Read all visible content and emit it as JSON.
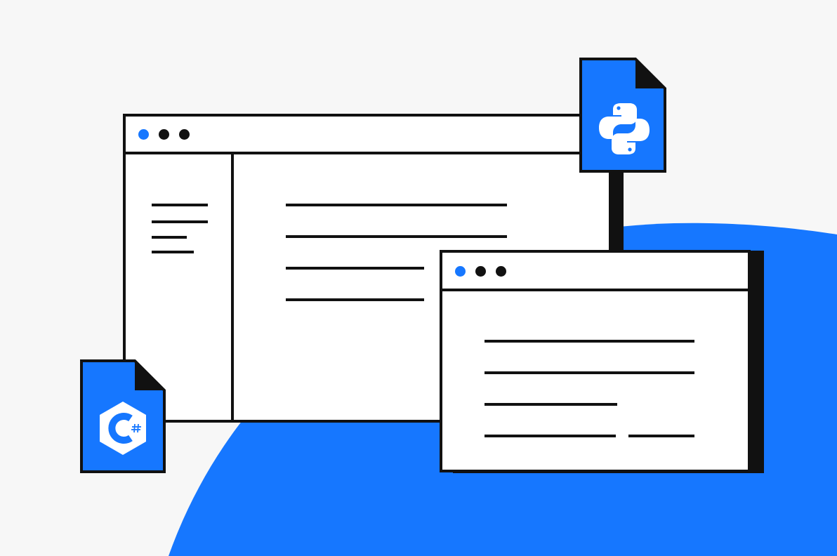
{
  "colors": {
    "background": "#f7f7f7",
    "accent_blue": "#1677ff",
    "ink": "#111111",
    "window_bg": "#ffffff"
  },
  "back_window": {
    "title_dots": [
      "blue",
      "black",
      "black"
    ],
    "sidebar_placeholder_lines": 4,
    "content_placeholder_lines": 4
  },
  "front_window": {
    "title_dots": [
      "blue",
      "black",
      "black"
    ],
    "content_placeholder_lines": 4
  },
  "files": [
    {
      "name": "python-file",
      "icon": "python-logo-icon"
    },
    {
      "name": "csharp-file",
      "icon": "csharp-logo-icon",
      "glyph": "C"
    }
  ]
}
